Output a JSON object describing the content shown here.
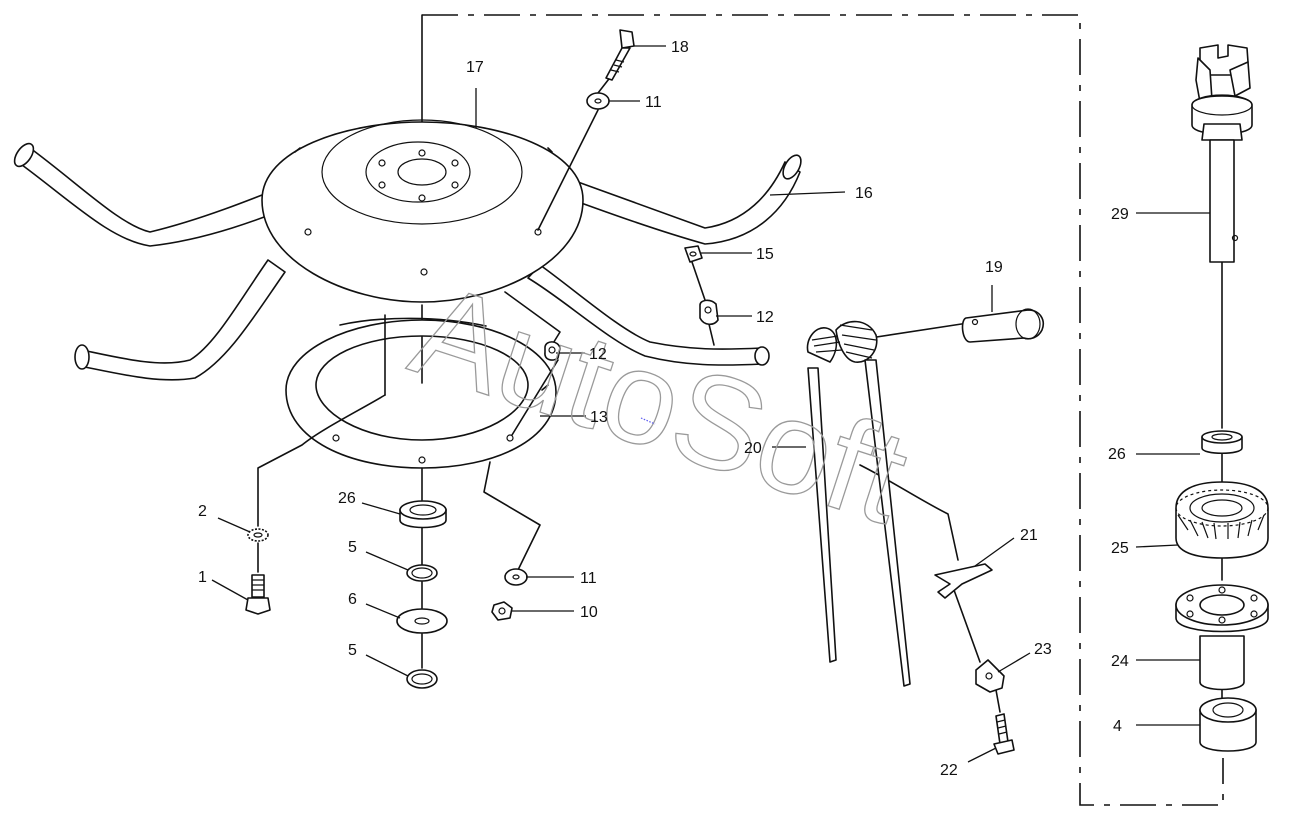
{
  "watermark": "AutoSoft",
  "part_labels": {
    "p1": "1",
    "p2": "2",
    "p4": "4",
    "p5a": "5",
    "p5b": "5",
    "p6": "6",
    "p10": "10",
    "p11a": "11",
    "p11b": "11",
    "p12a": "12",
    "p12b": "12",
    "p13": "13",
    "p15": "15",
    "p16": "16",
    "p17": "17",
    "p18": "18",
    "p19": "19",
    "p20": "20",
    "p21": "21",
    "p22": "22",
    "p23": "23",
    "p24": "24",
    "p25": "25",
    "p26a": "26",
    "p26b": "26",
    "p29": "29"
  }
}
